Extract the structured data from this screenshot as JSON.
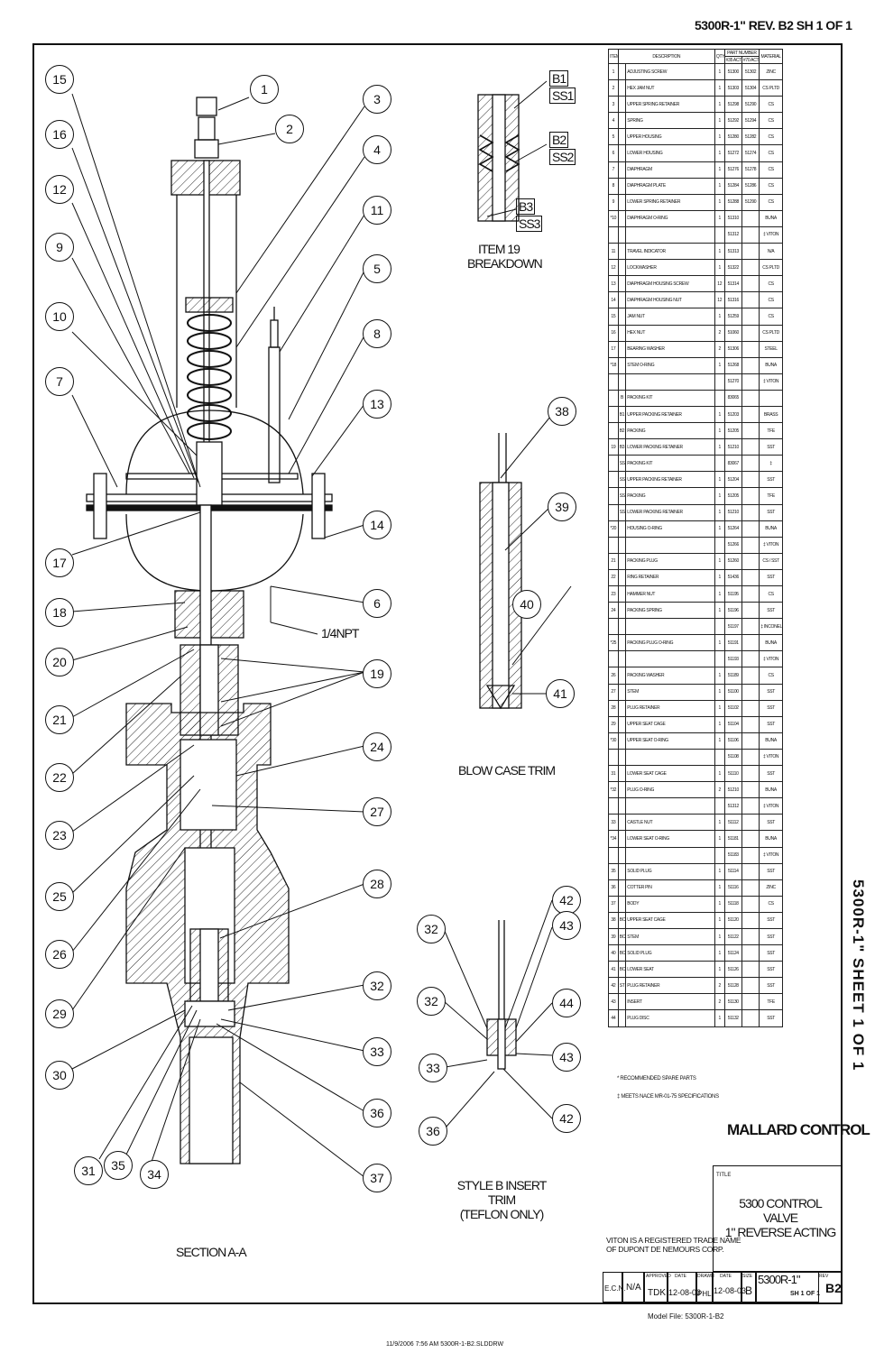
{
  "header": {
    "doc_ref": "5300R-1\"  REV. B2    SH 1 OF 1"
  },
  "side_title": "5300R-1\" SHEET 1 OF 1",
  "views": {
    "section": "SECTION A-A",
    "item19_breakdown": "ITEM 19\nBREAKDOWN",
    "blow_case": "BLOW CASE TRIM",
    "style_b": "STYLE B INSERT TRIM\n(TEFLON ONLY)",
    "npt": "1/4NPT"
  },
  "balloons_section_left": [
    "15",
    "16",
    "12",
    "9",
    "10",
    "7",
    "17",
    "18",
    "20",
    "21",
    "22",
    "23",
    "25",
    "26",
    "29",
    "30",
    "31",
    "35",
    "34"
  ],
  "balloons_section_right": [
    "1",
    "2",
    "3",
    "4",
    "11",
    "5",
    "8",
    "13",
    "14",
    "6",
    "19",
    "24",
    "27",
    "28",
    "32",
    "33",
    "36",
    "37"
  ],
  "breakdown_labels": [
    "B1",
    "SS1",
    "B2",
    "SS2",
    "B3",
    "SS3"
  ],
  "blow_case_balloons": [
    "38",
    "39",
    "40",
    "41"
  ],
  "style_b_balloons": [
    "32",
    "32",
    "33",
    "36",
    "42",
    "43",
    "44",
    "43",
    "42"
  ],
  "bom": {
    "headers": {
      "item": "ITEM",
      "desc": "DESCRIPTION",
      "qty": "QTY",
      "pn": "PART NUMBER",
      "pn_a": "#35 ACT",
      "pn_b": "#70 ACT",
      "mat": "MATERIAL"
    },
    "rows": [
      [
        "1",
        "",
        "ADJUSTING SCREW",
        "1",
        "51300",
        "51302",
        "ZINC"
      ],
      [
        "2",
        "",
        "HEX JAM NUT",
        "1",
        "51303",
        "51304",
        "CS PLTD"
      ],
      [
        "3",
        "",
        "UPPER SPRING RETAINER",
        "1",
        "51298",
        "51290",
        "CS"
      ],
      [
        "4",
        "",
        "SPRING",
        "1",
        "51292",
        "51294",
        "CS"
      ],
      [
        "5",
        "",
        "UPPER HOUSING",
        "1",
        "51280",
        "51282",
        "CS"
      ],
      [
        "6",
        "",
        "LOWER HOUSING",
        "1",
        "51272",
        "51274",
        "CS"
      ],
      [
        "7",
        "",
        "DIAPHRAGM",
        "1",
        "51276",
        "51278",
        "CS"
      ],
      [
        "8",
        "",
        "DIAPHRAGM PLATE",
        "1",
        "51284",
        "51286",
        "CS"
      ],
      [
        "9",
        "",
        "LOWER SPRING RETAINER",
        "1",
        "51288",
        "51290",
        "CS"
      ],
      [
        "*10",
        "",
        "DIAPHRAGM O-RING",
        "1",
        "51310",
        "",
        "BUNA"
      ],
      [
        "",
        "",
        "",
        "",
        "51312",
        "",
        "‡ VITON"
      ],
      [
        "11",
        "",
        "TRAVEL INDICATOR",
        "1",
        "51313",
        "",
        "N/A"
      ],
      [
        "12",
        "",
        "LOCKWASHER",
        "1",
        "51322",
        "",
        "CS PLTD"
      ],
      [
        "13",
        "",
        "DIAPHRAGM HOUSING SCREW",
        "12",
        "51314",
        "",
        "CS"
      ],
      [
        "14",
        "",
        "DIAPHRAGM HOUSING NUT",
        "12",
        "51316",
        "",
        "CS"
      ],
      [
        "15",
        "",
        "JAM NUT",
        "1",
        "51259",
        "",
        "CS"
      ],
      [
        "16",
        "",
        "HEX NUT",
        "2",
        "51060",
        "",
        "CS PLTD"
      ],
      [
        "17",
        "",
        "BEARING WASHER",
        "2",
        "51306",
        "",
        "STEEL"
      ],
      [
        "*18",
        "",
        "STEM O-RING",
        "1",
        "51268",
        "",
        "BUNA"
      ],
      [
        "",
        "",
        "",
        "",
        "51270",
        "",
        "‡ VITON"
      ],
      [
        "",
        "B",
        "PACKING KIT",
        "",
        "83065",
        "",
        ""
      ],
      [
        "",
        "B1",
        "UPPER PACKING RETAINER",
        "1",
        "51203",
        "",
        "BRASS"
      ],
      [
        "",
        "B2",
        "PACKING",
        "1",
        "51205",
        "",
        "TFE"
      ],
      [
        "19",
        "B3",
        "LOWER PACKING RETAINER",
        "1",
        "51210",
        "",
        "SST"
      ],
      [
        "",
        "SS",
        "PACKING KIT",
        "",
        "83067",
        "",
        "‡"
      ],
      [
        "",
        "SS1",
        "UPPER PACKING RETAINER",
        "1",
        "51204",
        "",
        "SST"
      ],
      [
        "",
        "SS2",
        "PACKING",
        "1",
        "51205",
        "",
        "TFE"
      ],
      [
        "",
        "SS3",
        "LOWER PACKING RETAINER",
        "1",
        "51210",
        "",
        "SST"
      ],
      [
        "*20",
        "",
        "HOUSING O-RING",
        "1",
        "51264",
        "",
        "BUNA"
      ],
      [
        "",
        "",
        "",
        "",
        "51266",
        "",
        "‡ VITON"
      ],
      [
        "21",
        "",
        "PACKING PLUG",
        "1",
        "51260",
        "",
        "CS / SST"
      ],
      [
        "22",
        "",
        "RING RETAINER",
        "1",
        "51436",
        "",
        "SST"
      ],
      [
        "23",
        "",
        "HAMMER NUT",
        "1",
        "51195",
        "",
        "CS"
      ],
      [
        "24",
        "",
        "PACKING SPRING",
        "1",
        "51196",
        "",
        "SST"
      ],
      [
        "",
        "",
        "",
        "",
        "51197",
        "",
        "‡ INCONEL"
      ],
      [
        "*25",
        "",
        "PACKING PLUG O-RING",
        "1",
        "51191",
        "",
        "BUNA"
      ],
      [
        "",
        "",
        "",
        "",
        "51193",
        "",
        "‡ VITON"
      ],
      [
        "26",
        "",
        "PACKING WASHER",
        "1",
        "51189",
        "",
        "CS"
      ],
      [
        "27",
        "",
        "STEM",
        "1",
        "51100",
        "",
        "SST"
      ],
      [
        "28",
        "",
        "PLUG RETAINER",
        "1",
        "51102",
        "",
        "SST"
      ],
      [
        "29",
        "",
        "UPPER SEAT CAGE",
        "1",
        "51104",
        "",
        "SST"
      ],
      [
        "*30",
        "",
        "UPPER SEAT O-RING",
        "1",
        "51106",
        "",
        "BUNA"
      ],
      [
        "",
        "",
        "",
        "",
        "51108",
        "",
        "‡ VITON"
      ],
      [
        "31",
        "",
        "LOWER SEAT CAGE",
        "1",
        "51110",
        "",
        "SST"
      ],
      [
        "*32",
        "",
        "PLUG O-RING",
        "2",
        "51210",
        "",
        "BUNA"
      ],
      [
        "",
        "",
        "",
        "",
        "51312",
        "",
        "‡ VITON"
      ],
      [
        "33",
        "",
        "CASTLE NUT",
        "1",
        "51112",
        "",
        "SST"
      ],
      [
        "*34",
        "",
        "LOWER SEAT O-RING",
        "1",
        "51181",
        "",
        "BUNA"
      ],
      [
        "",
        "",
        "",
        "",
        "51183",
        "",
        "‡ VITON"
      ],
      [
        "35",
        "",
        "SOLID PLUG",
        "1",
        "51114",
        "",
        "SST"
      ],
      [
        "36",
        "",
        "COTTER PIN",
        "1",
        "51116",
        "",
        "ZINC"
      ],
      [
        "37",
        "",
        "BODY",
        "1",
        "51118",
        "",
        "CS"
      ],
      [
        "38",
        "BC",
        "UPPER SEAT CAGE",
        "1",
        "51120",
        "",
        "SST"
      ],
      [
        "39",
        "BC",
        "STEM",
        "1",
        "51122",
        "",
        "SST"
      ],
      [
        "40",
        "BC",
        "SOLID PLUG",
        "1",
        "51124",
        "",
        "SST"
      ],
      [
        "41",
        "BC",
        "LOWER SEAT",
        "1",
        "51126",
        "",
        "SST"
      ],
      [
        "42",
        "ST",
        "PLUG RETAINER",
        "2",
        "51128",
        "",
        "SST"
      ],
      [
        "43",
        "",
        "INSERT",
        "2",
        "51130",
        "",
        "TFE"
      ],
      [
        "44",
        "",
        "PLUG DISC",
        "1",
        "51132",
        "",
        "SST"
      ]
    ],
    "note1": "*   RECOMMENDED SPARE PARTS",
    "note2": "‡   MEETS NACE MR-01-75 SPECIFICATIONS"
  },
  "title_block": {
    "company": "MALLARD CONTROL",
    "title_label": "TITLE",
    "title": "5300 CONTROL VALVE\n1\" REVERSE ACTING",
    "trademark": "VITON IS A REGISTERED TRADE NAME\nOF DUPONT DE NEMOURS CORP.",
    "ecn_label": "E.C.N.",
    "ecn": "N/A",
    "approved_label": "APPROVED",
    "approved": "TDK",
    "date1_label": "DATE",
    "date1": "12-08-03",
    "drawn_label": "DRAWN",
    "drawn": "PHL",
    "date2_label": "DATE",
    "date2": "12-08-03",
    "size_label": "SIZE",
    "size": "B",
    "dwg": "5300R-1\"",
    "sheet": "SH 1 OF 1",
    "rev_label": "REV",
    "rev": "B2"
  },
  "footer": {
    "model_file": "Model File: 5300R-1-B2",
    "stamp": "11/9/2006 7:56 AM 5300R-1-B2.SLDDRW"
  }
}
